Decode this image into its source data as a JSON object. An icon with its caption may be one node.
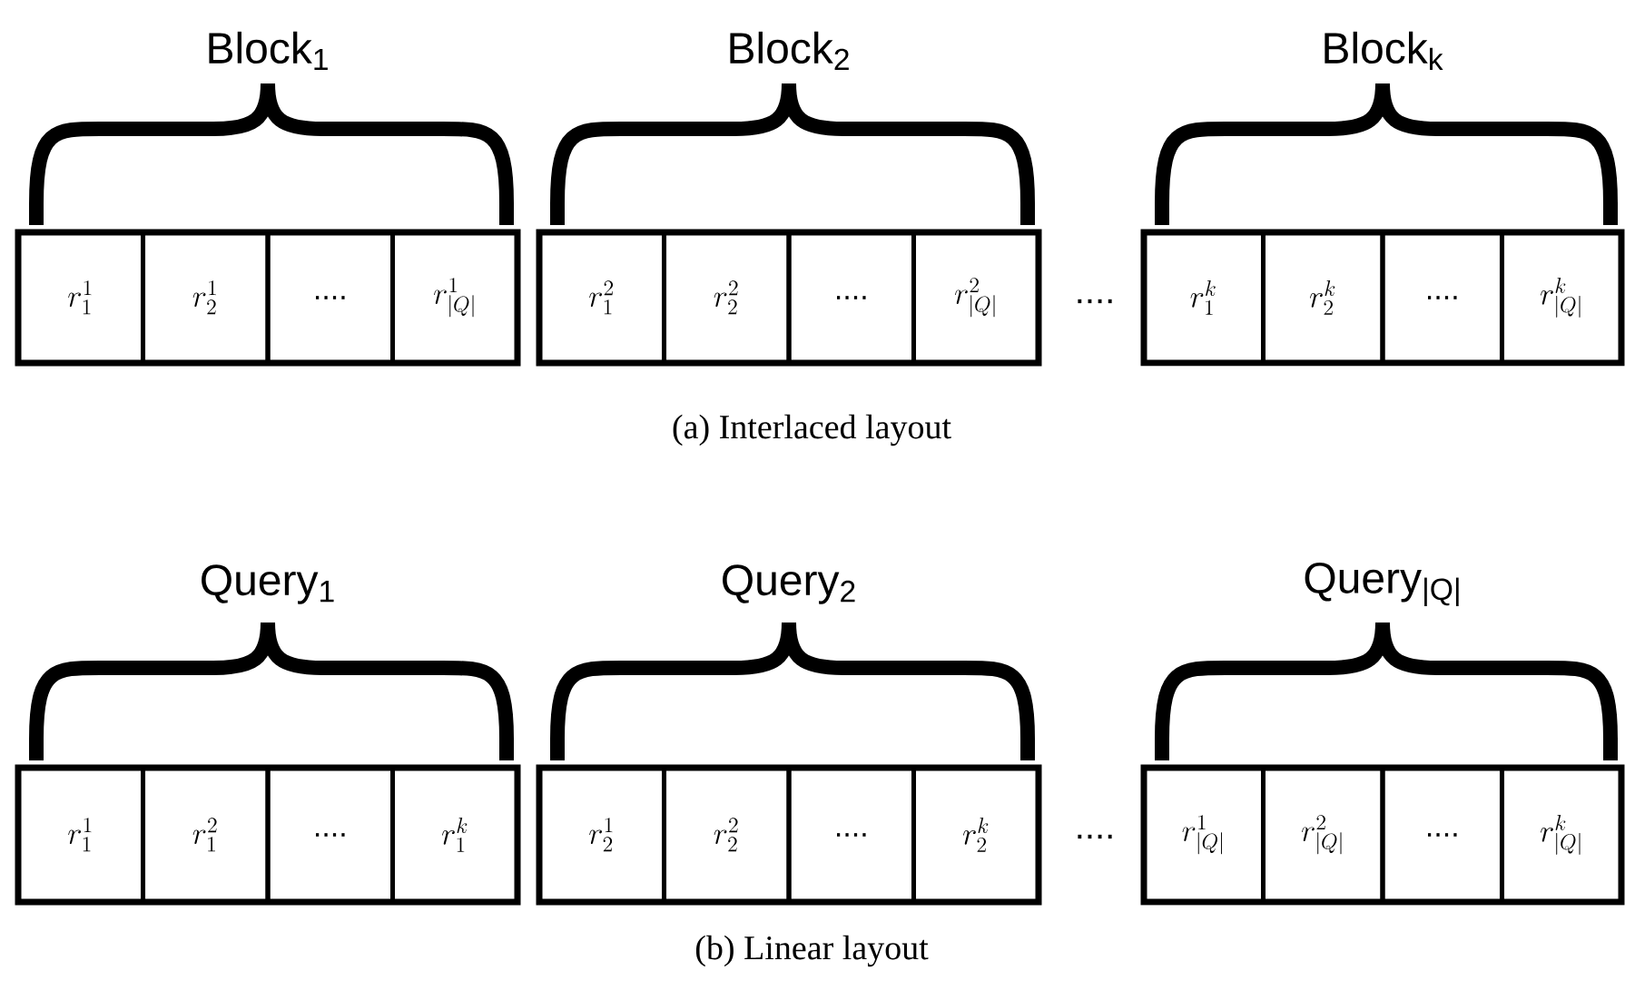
{
  "diagram": {
    "nodes": [
      {
        "text": [
          "Block$_{1}$"
        ]
      },
      {
        "text": [
          "r^{1}_{1}"
        ],
        "in": 0
      },
      {
        "text": [
          "r^{1}_{2}"
        ],
        "in": 0
      },
      {
        "text": [
          "...."
        ],
        "in": 0
      },
      {
        "text": [
          "r^{1}_{|Q|}"
        ],
        "in": 0
      },
      {
        "text": [
          "Block$_{2}$"
        ]
      },
      {
        "text": [
          "r^{2}_{1}"
        ],
        "in": 5
      },
      {
        "text": [
          "r^{2}_{2}"
        ],
        "in": 5
      },
      {
        "text": [
          "...."
        ],
        "in": 5
      },
      {
        "text": [
          "r^{2}_{|Q|}"
        ],
        "in": 5
      },
      {
        "text": [
          "Block$_{k}$"
        ]
      },
      {
        "text": [
          "r^{k}_{1}"
        ],
        "in": 10
      },
      {
        "text": [
          "r^{k}_{2}"
        ],
        "in": 10
      },
      {
        "text": [
          "...."
        ],
        "in": 10
      },
      {
        "text": [
          "r^{k}_{|Q|}"
        ],
        "in": 10
      },
      {
        "text": [
          "Query$_{1}$"
        ]
      },
      {
        "text": [
          "r^{1}_{1}"
        ],
        "in": 15
      },
      {
        "text": [
          "r^{2}_{1}"
        ],
        "in": 15
      },
      {
        "text": [
          "...."
        ],
        "in": 15
      },
      {
        "text": [
          "r^{k}_{1}"
        ],
        "in": 15
      },
      {
        "text": [
          "Query$_{2}$"
        ]
      },
      {
        "text": [
          "r^{1}_{2}"
        ],
        "in": 20
      },
      {
        "text": [
          "r^{2}_{2}"
        ],
        "in": 20
      },
      {
        "text": [
          "...."
        ],
        "in": 20
      },
      {
        "text": [
          "r^{k}_{2}"
        ],
        "in": 20
      },
      {
        "text": [
          "Query$_{|Q|}$"
        ]
      },
      {
        "text": [
          "r^{1}_{|Q|}"
        ],
        "in": 25
      },
      {
        "text": [
          "r^{2}_{|Q|}"
        ],
        "in": 25
      },
      {
        "text": [
          "...."
        ],
        "in": 25
      },
      {
        "text": [
          "r^{k}_{|Q|}"
        ],
        "in": 25
      }
    ],
    "labels": [
      "....",
      "(a) Interlaced layout",
      "....",
      "(b) Linear layout"
    ]
  }
}
